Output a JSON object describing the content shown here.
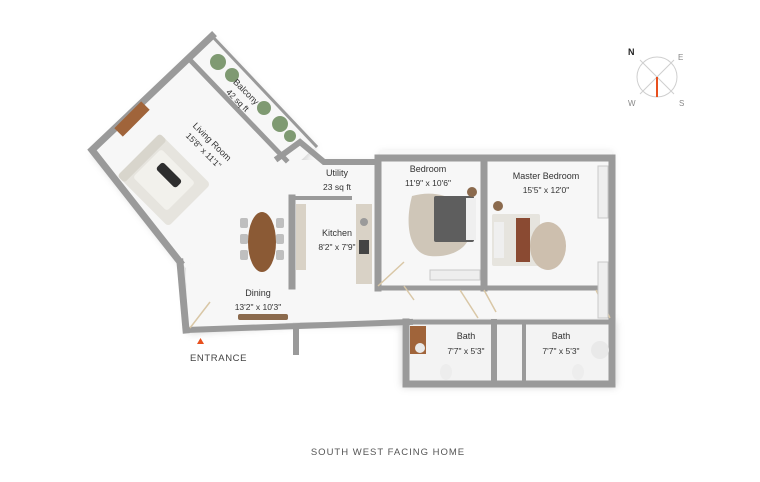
{
  "rooms": {
    "balcony": {
      "name": "Balcony",
      "size": "42 sq ft"
    },
    "living": {
      "name": "Living Room",
      "size": "15'8\" x 11'1\""
    },
    "utility": {
      "name": "Utility",
      "size": "23 sq ft"
    },
    "kitchen": {
      "name": "Kitchen",
      "size": "8'2\" x 7'9\""
    },
    "bedroom": {
      "name": "Bedroom",
      "size": "11'9\" x 10'6\""
    },
    "master": {
      "name": "Master Bedroom",
      "size": "15'5\" x 12'0\""
    },
    "dining": {
      "name": "Dining",
      "size": "13'2\" x 10'3\""
    },
    "bath1": {
      "name": "Bath",
      "size": "7'7\" x 5'3\""
    },
    "bath2": {
      "name": "Bath",
      "size": "7'7\" x 5'3\""
    }
  },
  "entrance": {
    "label": "ENTRANCE",
    "marker_color": "#e8501e"
  },
  "caption": "SOUTH WEST FACING HOME",
  "compass": {
    "n": "N",
    "e": "E",
    "s": "S",
    "w": "W",
    "needle_color": "#e8501e"
  },
  "colors": {
    "wall": "#9a9a9a",
    "floor": "#f6f6f6",
    "wood": "#a0643a",
    "plant": "#7f9a72"
  }
}
